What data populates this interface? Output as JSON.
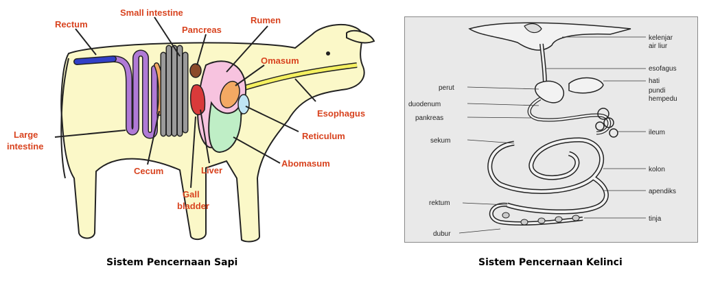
{
  "cow": {
    "caption": "Sistem Pencernaan Sapi",
    "labels": {
      "rectum": "Rectum",
      "small_intestine": "Small intestine",
      "pancreas": "Pancreas",
      "rumen": "Rumen",
      "omasum": "Omasum",
      "esophagus": "Esophagus",
      "reticulum": "Reticulum",
      "abomasum": "Abomasum",
      "large_intestine_1": "Large",
      "large_intestine_2": "intestine",
      "cecum": "Cecum",
      "liver": "Liver",
      "gall_bladder_1": "Gall",
      "gall_bladder_2": "bladder"
    },
    "colors": {
      "label": "#d8431f",
      "body": "#fbf8c8",
      "large_intestine": "#b07ad6",
      "rectum": "#3240c8",
      "small_intestine": "#9a9a9a",
      "rumen": "#f7c3df",
      "omasum": "#f3a963",
      "abomasum": "#bfeec6",
      "reticulum": "#bfe4f5",
      "liver": "#d93a3a",
      "pancreas": "#8b4a2a",
      "esophagus": "#f4f060"
    }
  },
  "rabbit": {
    "caption": "Sistem Pencernaan Kelinci",
    "labels": {
      "kelenjar_1": "kelenjar",
      "kelenjar_2": "air liur",
      "esofagus": "esofagus",
      "hati": "hati",
      "pundi_1": "pundi",
      "pundi_2": "hempedu",
      "perut": "perut",
      "duodenum": "duodenum",
      "pankreas": "pankreas",
      "ileum": "ileum",
      "sekum": "sekum",
      "kolon": "kolon",
      "apendiks": "apendiks",
      "rektum": "rektum",
      "tinja": "tinja",
      "dubur": "dubur"
    }
  }
}
